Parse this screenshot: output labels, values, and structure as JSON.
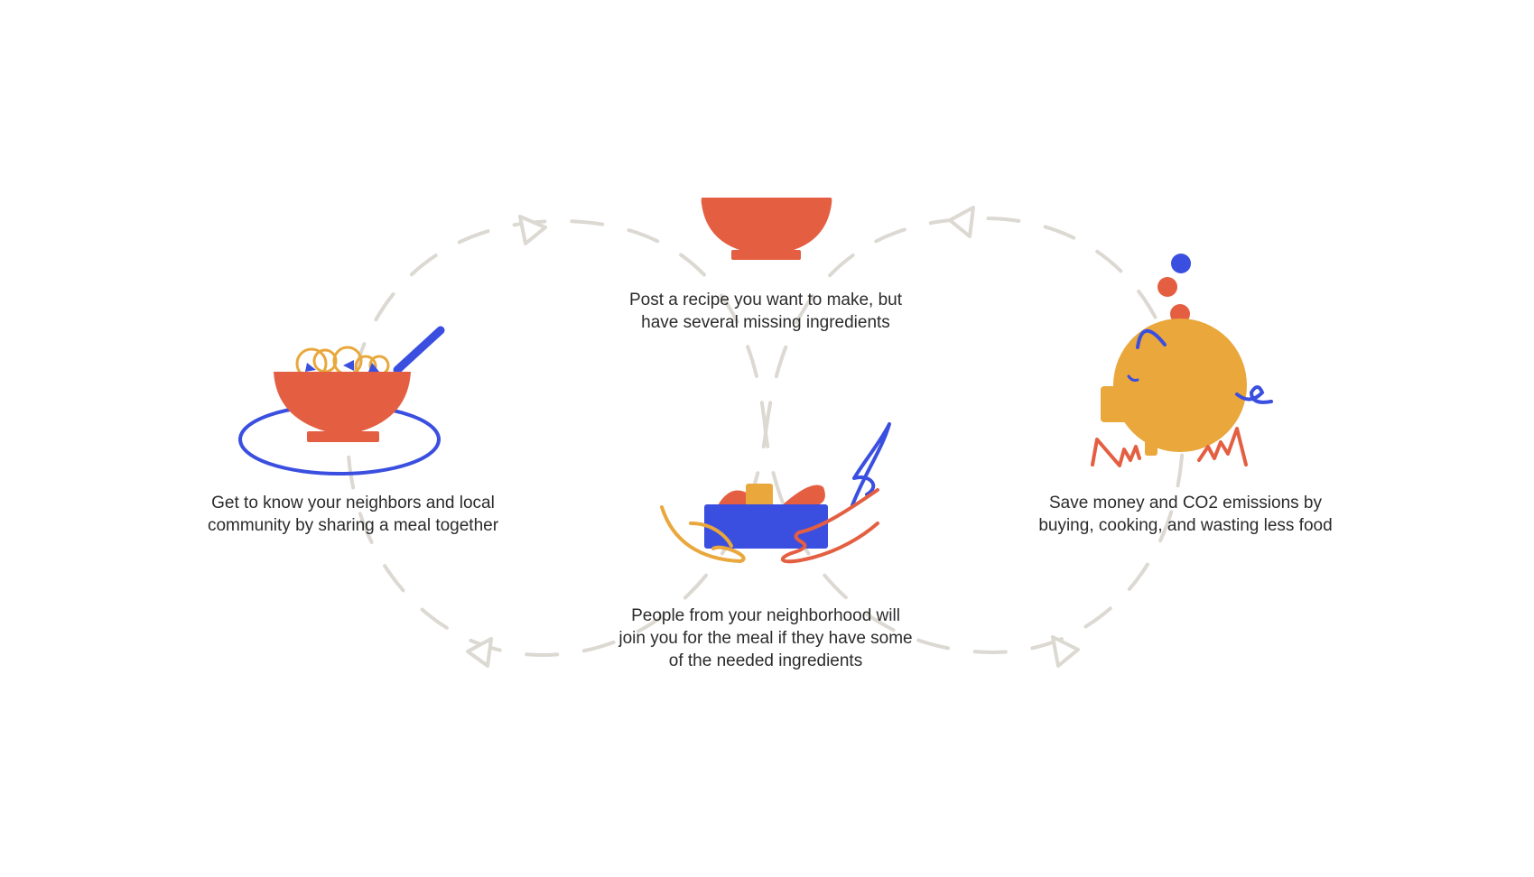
{
  "steps": [
    {
      "id": "post",
      "lines": [
        "Post a recipe you want to make, but",
        "have several missing ingredients"
      ]
    },
    {
      "id": "join",
      "lines": [
        "People from your neighborhood will",
        "join you for the meal if they have some",
        "of the needed ingredients"
      ]
    },
    {
      "id": "community",
      "lines": [
        "Get to know your neighbors and local",
        "community by sharing a meal together"
      ]
    },
    {
      "id": "save",
      "lines": [
        "Save money and CO2 emissions by",
        "buying, cooking, and wasting less food"
      ]
    }
  ],
  "colors": {
    "red": "#e45f42",
    "blue": "#3a4fe0",
    "yellow": "#e9a73c",
    "dash": "#dcd8d2",
    "text": "#2b2b2b"
  }
}
